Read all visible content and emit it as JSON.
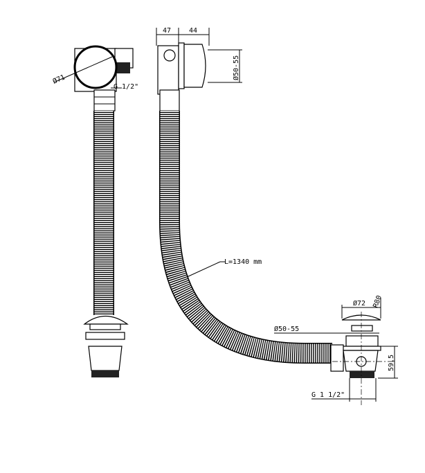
{
  "drawing": {
    "labels": {
      "dim_width_body": "47",
      "dim_width_cap": "44",
      "dim_overflow_diameter": "Ø50-55",
      "dim_rosette_diameter": "Ø71",
      "dim_inlet_thread": "G 1/2\"",
      "dim_hose_length": "L=1340 mm",
      "dim_plug_diameter": "Ø72",
      "dim_plug_radius": "R80",
      "dim_waste_hole": "Ø50-55",
      "dim_waste_height": "59,5",
      "dim_outlet_thread": "G 1 1/2\""
    }
  }
}
